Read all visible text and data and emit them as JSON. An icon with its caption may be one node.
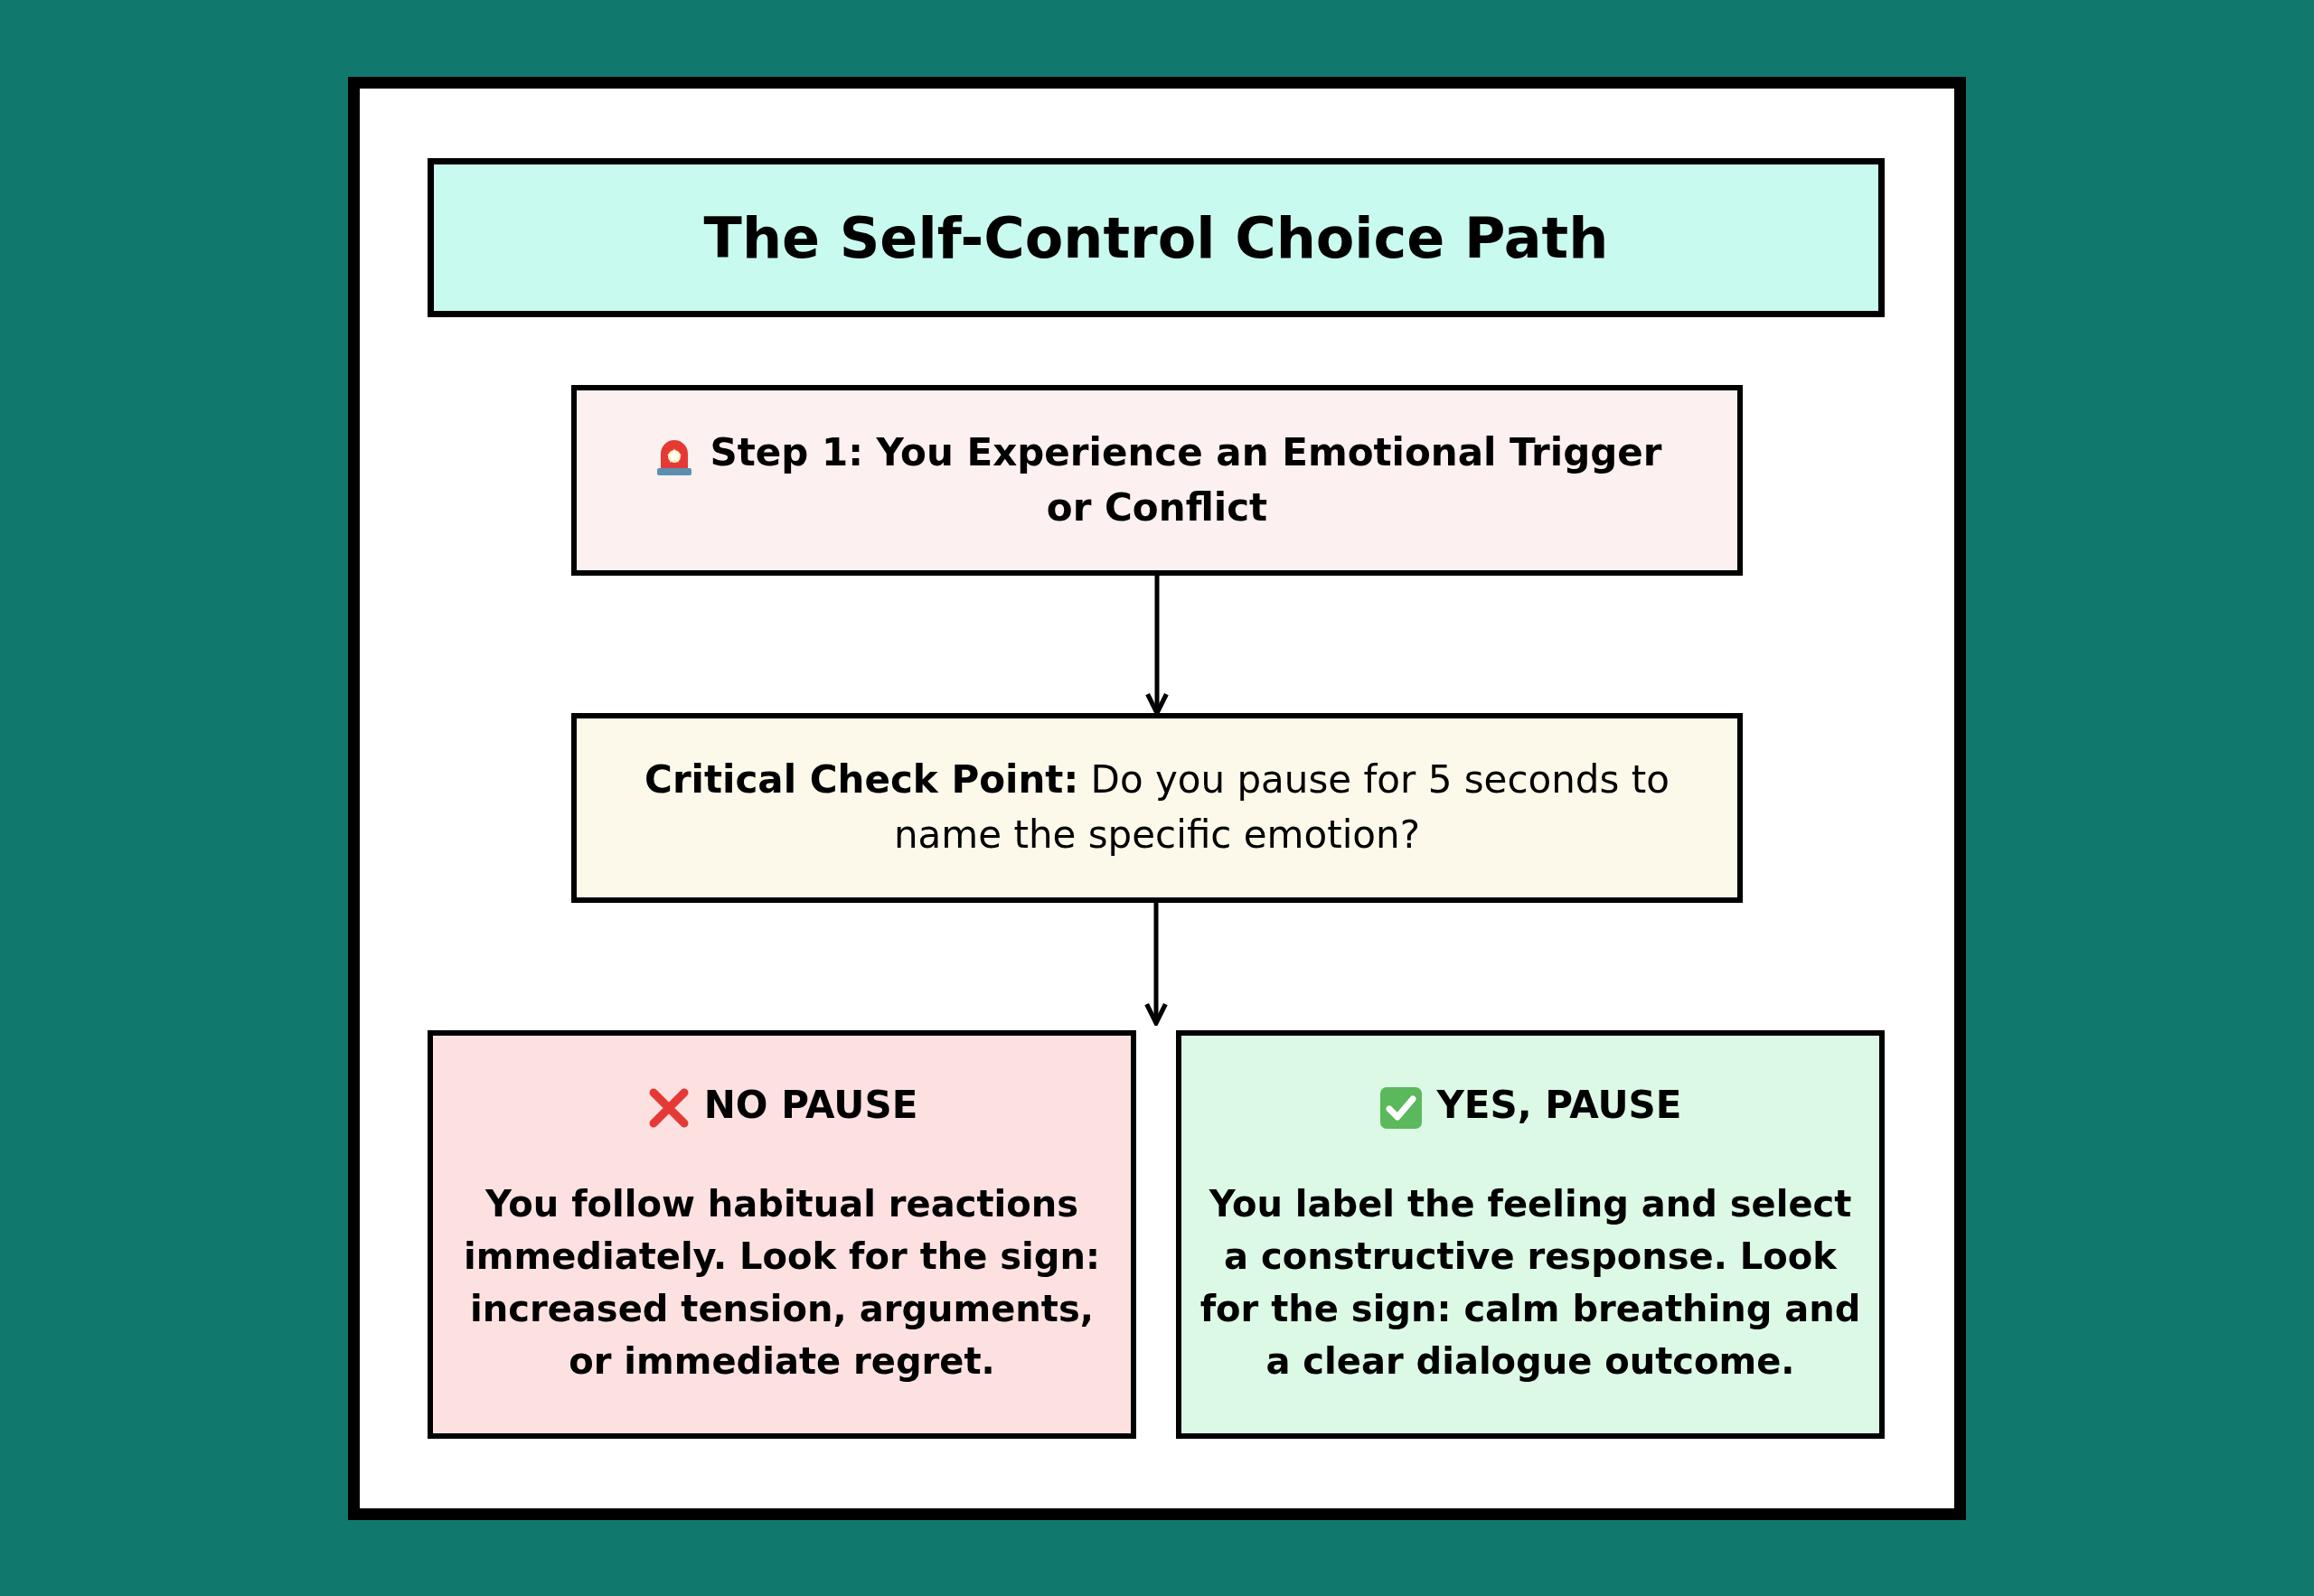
{
  "diagram": {
    "nodes": [
      {
        "text": [
          "The Self-Control Choice Path"
        ]
      },
      {
        "text": [
          "Step 1: You Experience an Emotional Trigger or Conflict"
        ]
      },
      {
        "text": [
          "**Critical Check Point:** Do you pause for 5 seconds to name the specific emotion?"
        ]
      },
      {
        "text": [
          "NO PAUSE",
          "You follow habitual reactions immediately. Look for the sign: increased tension, arguments, or immediate regret."
        ]
      },
      {
        "text": [
          "YES, PAUSE",
          "You label the feeling and select a constructive response. Look for the sign: calm breathing and a clear dialogue outcome."
        ]
      }
    ],
    "edges": [
      {
        "from": 1,
        "to": 2,
        "arrow": "to"
      },
      {
        "from": 2,
        "to": 3,
        "arrow": "to"
      },
      {
        "from": 2,
        "to": 4,
        "arrow": "to"
      }
    ]
  }
}
